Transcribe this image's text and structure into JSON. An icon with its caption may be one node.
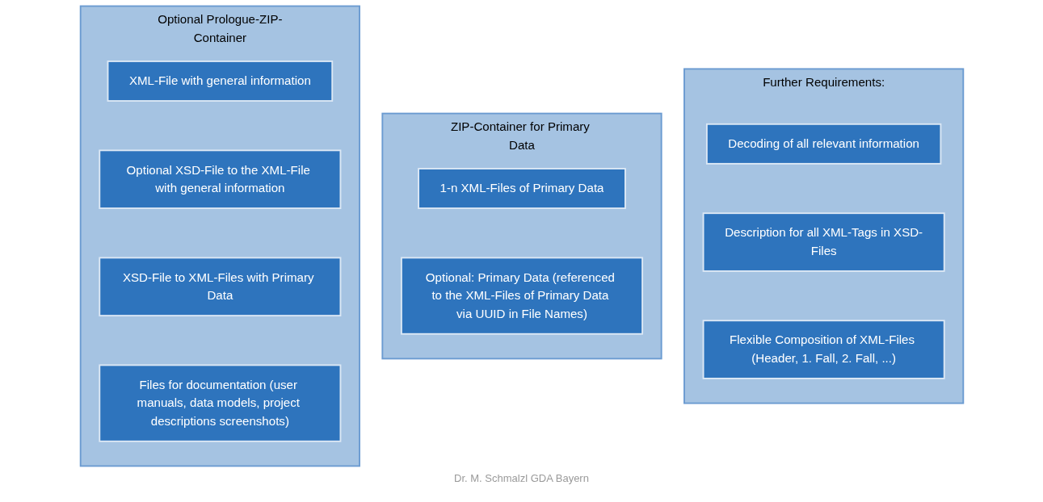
{
  "diagram": {
    "nodes": [
      {
        "text": [
          "Optional Prologue-ZIP-Container"
        ]
      },
      {
        "text": [
          "XML-File with general information"
        ],
        "in": 0
      },
      {
        "text": [
          "Optional XSD-File to the XML-File with general information"
        ],
        "in": 0
      },
      {
        "text": [
          "XSD-File to XML-Files with Primary Data"
        ],
        "in": 0
      },
      {
        "text": [
          "Files for documentation (user manuals, data models, project descriptions screenshots)"
        ],
        "in": 0
      },
      {
        "text": [
          "ZIP-Container for Primary Data"
        ]
      },
      {
        "text": [
          "1-n XML-Files of Primary Data"
        ],
        "in": 5
      },
      {
        "text": [
          "Optional: Primary Data (referenced to the XML-Files of Primary Data via UUID in File Names)"
        ],
        "in": 5
      },
      {
        "text": [
          "Further Requirements:"
        ]
      },
      {
        "text": [
          "Decoding of all relevant information"
        ],
        "in": 8
      },
      {
        "text": [
          "Description for all XML-Tags in XSD-Files"
        ],
        "in": 8
      },
      {
        "text": [
          "Flexible Composition of XML-Files (Header, 1. Fall, 2. Fall, ...)"
        ],
        "in": 8
      }
    ],
    "edges": [],
    "labels": [
      "Dr. M. Schmalzl GDA Bayern"
    ]
  }
}
